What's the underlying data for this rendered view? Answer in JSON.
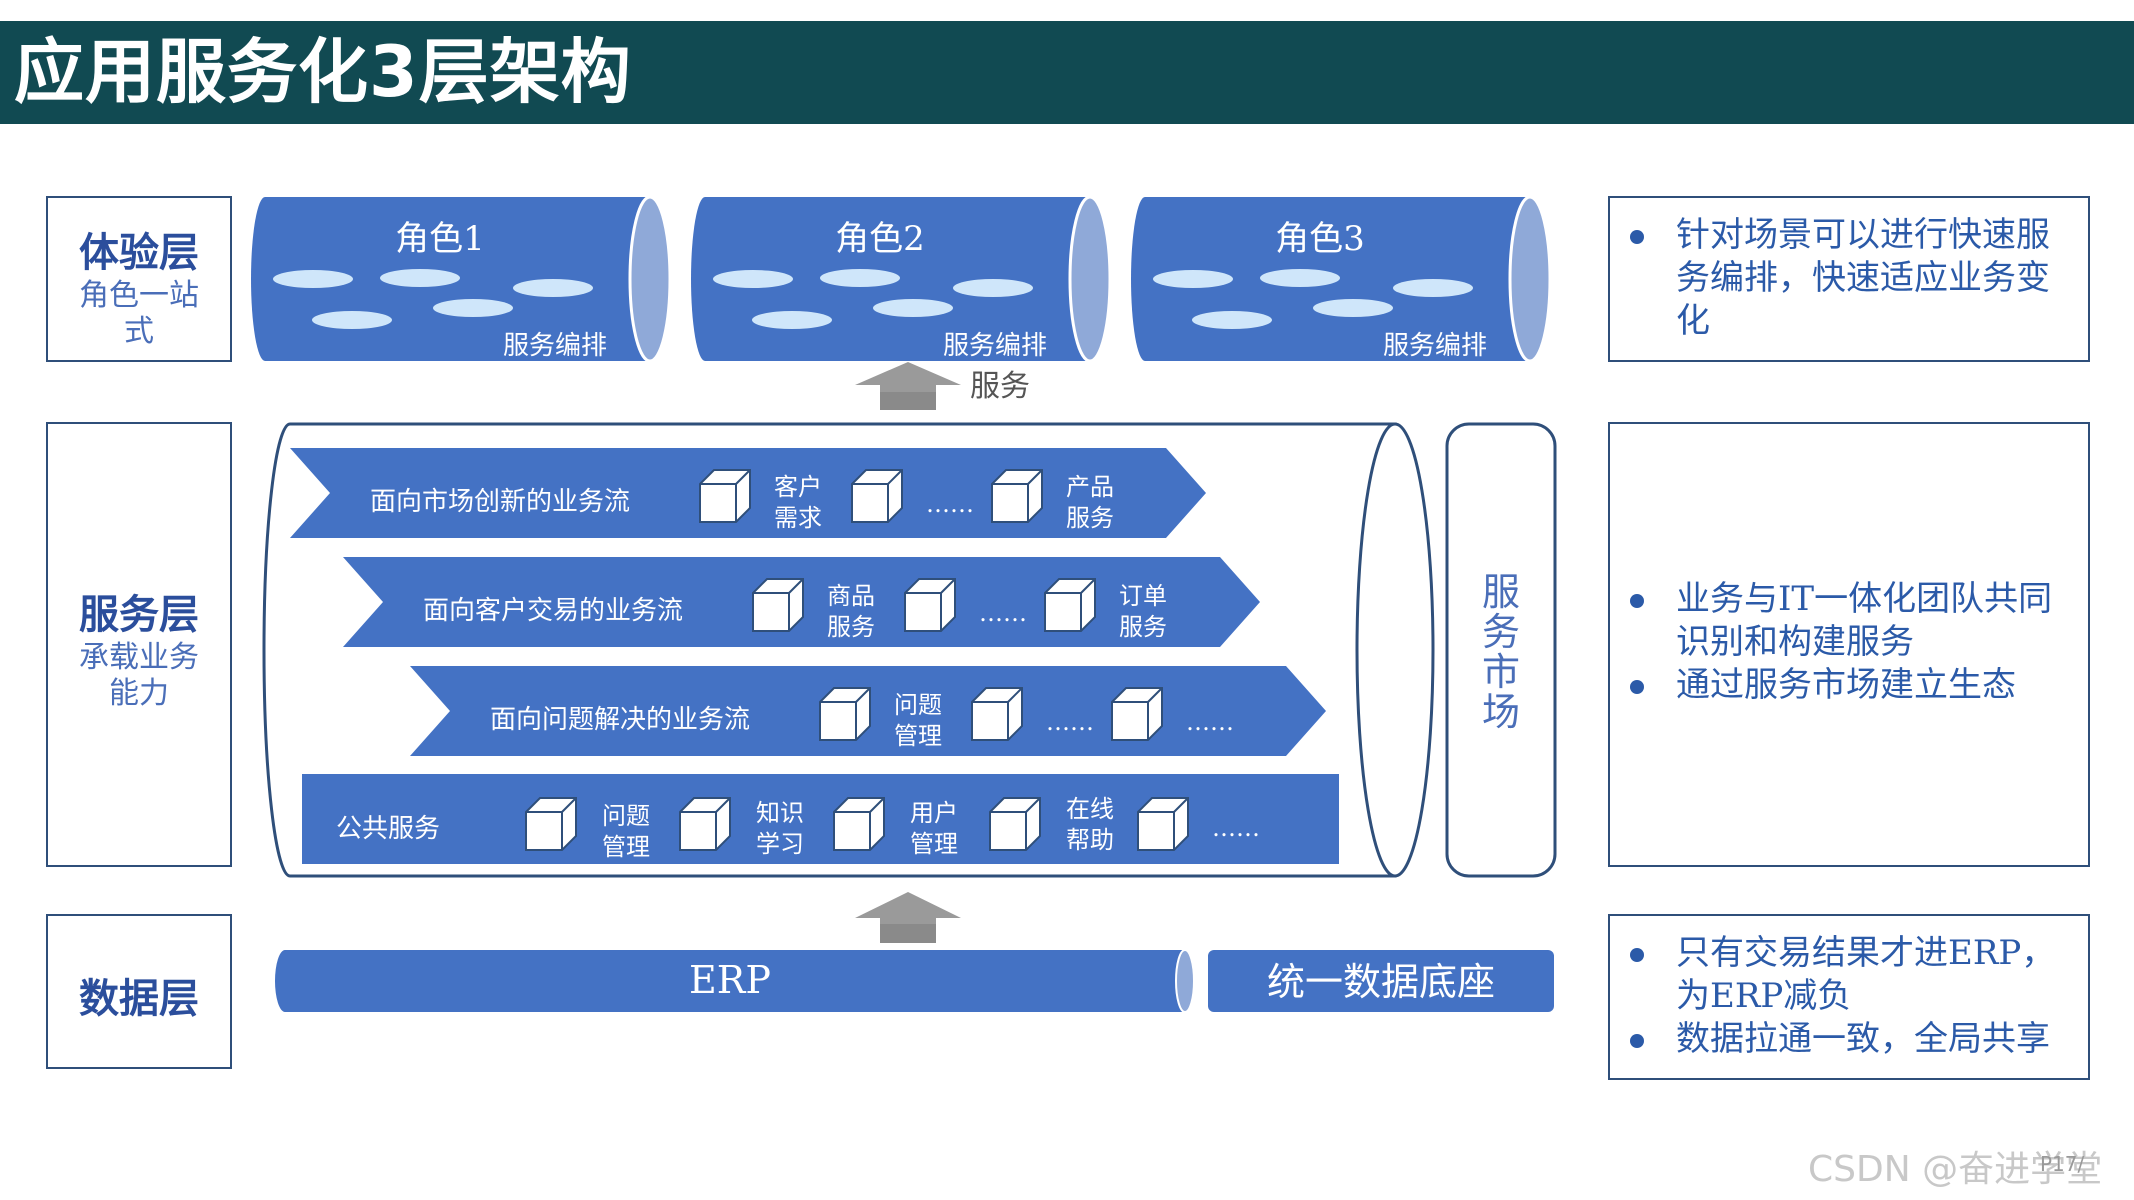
{
  "title": "应用服务化3层架构",
  "layers": {
    "experience": {
      "name": "体验层",
      "sub": "角色一站式",
      "sub_lines": [
        "角色一站",
        "式"
      ]
    },
    "service": {
      "name": "服务层",
      "sub": "承载业务能力",
      "sub_lines": [
        "承载业务",
        "能力"
      ]
    },
    "data": {
      "name": "数据层"
    }
  },
  "roles": [
    {
      "label": "角色1",
      "caption": "服务编排"
    },
    {
      "label": "角色2",
      "caption": "服务编排"
    },
    {
      "label": "角色3",
      "caption": "服务编排"
    }
  ],
  "service_arrow_label": "服务",
  "flows": [
    {
      "label": "面向市场创新的业务流",
      "items": [
        "客户需求",
        "",
        "……",
        "产品服务"
      ]
    },
    {
      "label": "面向客户交易的业务流",
      "items": [
        "商品服务",
        "",
        "……",
        "订单服务"
      ]
    },
    {
      "label": "面向问题解决的业务流",
      "items": [
        "问题管理",
        "",
        "……",
        "……"
      ]
    }
  ],
  "public_services": {
    "label": "公共服务",
    "items": [
      "问题管理",
      "知识学习",
      "用户管理",
      "在线帮助",
      "……"
    ]
  },
  "service_market": "服务市场",
  "data_layer": {
    "erp": "ERP",
    "base": "统一数据底座"
  },
  "descriptions": {
    "experience": [
      "针对场景可以进行快速服务编排，快速适应业务变化"
    ],
    "service": [
      "业务与IT一体化团队共同识别和构建服务",
      "通过服务市场建立生态"
    ],
    "data": [
      "只有交易结果才进ERP，为ERP减负",
      "数据拉通一致，全局共享"
    ]
  },
  "watermark": "CSDN @奋进学堂",
  "page_number": "P17/",
  "colors": {
    "header": "#114a52",
    "blue": "#4472c4",
    "light_blue": "#8fb4e3",
    "border": "#2f4f7a",
    "text_blue": "#2b5aa8"
  }
}
